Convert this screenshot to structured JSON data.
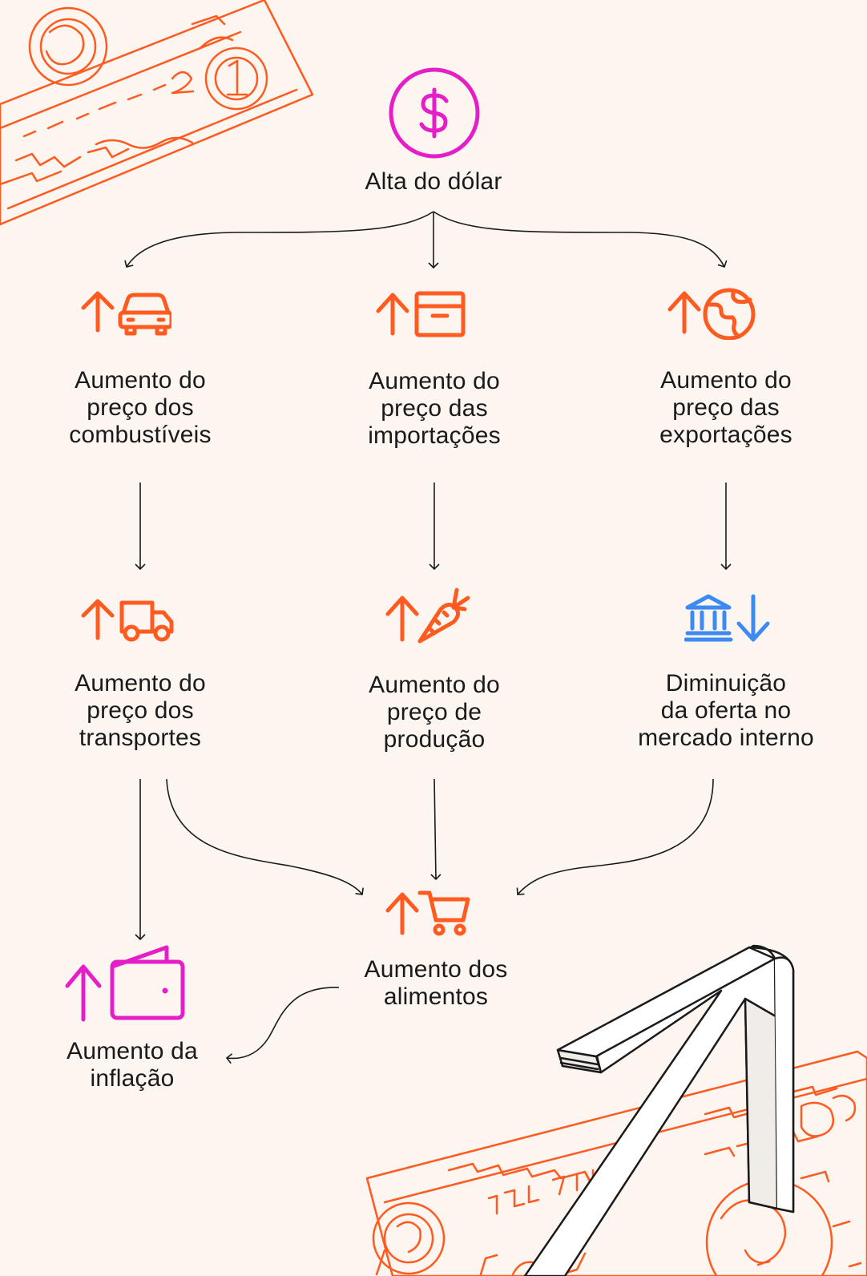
{
  "colors": {
    "background": "#fdf5f0",
    "orange": "#ff5a1f",
    "magenta": "#e61ec8",
    "blue": "#3d8bf2",
    "ink": "#1a1a1a"
  },
  "nodes": {
    "root": {
      "label": "Alta do dólar",
      "icon": "dollar-circle-icon"
    },
    "fuel": {
      "label": "Aumento do\npreço dos\ncombustíveis",
      "icon": "car-icon"
    },
    "imports": {
      "label": "Aumento do\npreço das\nimportações",
      "icon": "box-icon"
    },
    "exports": {
      "label": "Aumento do\npreço das\nexportações",
      "icon": "globe-icon"
    },
    "transport": {
      "label": "Aumento do\npreço dos\ntransportes",
      "icon": "truck-icon"
    },
    "production": {
      "label": "Aumento do\npreço de\nprodução",
      "icon": "carrot-icon"
    },
    "supply": {
      "label": "Diminuição\nda oferta no\nmercado interno",
      "icon": "bank-icon"
    },
    "food": {
      "label": "Aumento dos\nalimentos",
      "icon": "cart-icon"
    },
    "inflation": {
      "label": "Aumento da\ninflação",
      "icon": "wallet-icon"
    }
  },
  "edges": [
    [
      "root",
      "fuel"
    ],
    [
      "root",
      "imports"
    ],
    [
      "root",
      "exports"
    ],
    [
      "fuel",
      "transport"
    ],
    [
      "imports",
      "production"
    ],
    [
      "exports",
      "supply"
    ],
    [
      "transport",
      "inflation"
    ],
    [
      "transport",
      "food"
    ],
    [
      "production",
      "food"
    ],
    [
      "supply",
      "food"
    ],
    [
      "food",
      "inflation"
    ]
  ]
}
